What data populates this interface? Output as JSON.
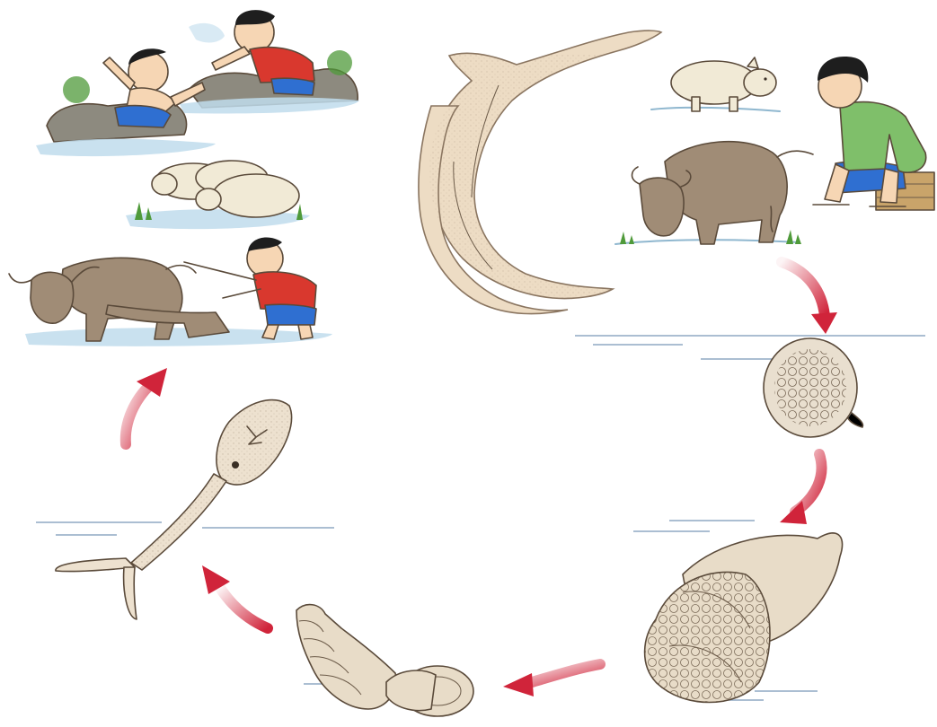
{
  "colors": {
    "background": "#ffffff",
    "worm": "#eddcc4",
    "worm_stroke": "#8a7560",
    "egg": "#e9dfcf",
    "shell": "#e8dcc8",
    "cercaria": "#ede1cf",
    "arrow": "#d0243a",
    "water": "#bfdcec",
    "water_line": "#8fa8c4",
    "buffalo": "#a08c76",
    "pig": "#f1ead6",
    "skin": "#f6d6b4",
    "shirt_red": "#d9382e",
    "shirt_green": "#7fbf6a",
    "shorts_blue": "#2f6fd1",
    "hair": "#1e1e1e",
    "grass": "#4f9a3a",
    "rock": "#8d8a7f"
  },
  "stages": [
    {
      "id": "adult-worms",
      "icon": "adult-worm-pair-icon"
    },
    {
      "id": "definitive-hosts",
      "icon": "host-human-pig-buffalo-icon"
    },
    {
      "id": "egg",
      "icon": "egg-icon"
    },
    {
      "id": "miracidium-in-snail",
      "icon": "miracidium-snail-icon"
    },
    {
      "id": "intermediate-snail",
      "icon": "snail-icon"
    },
    {
      "id": "cercaria",
      "icon": "cercaria-icon"
    },
    {
      "id": "infection-in-water",
      "icon": "water-contact-icon"
    }
  ],
  "arrows": [
    {
      "from": "definitive-hosts",
      "to": "egg",
      "icon": "curved-arrow-icon"
    },
    {
      "from": "egg",
      "to": "miracidium-in-snail",
      "icon": "curved-arrow-icon"
    },
    {
      "from": "miracidium-in-snail",
      "to": "intermediate-snail",
      "icon": "curved-arrow-icon"
    },
    {
      "from": "intermediate-snail",
      "to": "cercaria",
      "icon": "curved-arrow-icon"
    },
    {
      "from": "cercaria",
      "to": "infection-in-water",
      "icon": "curved-arrow-icon"
    }
  ]
}
